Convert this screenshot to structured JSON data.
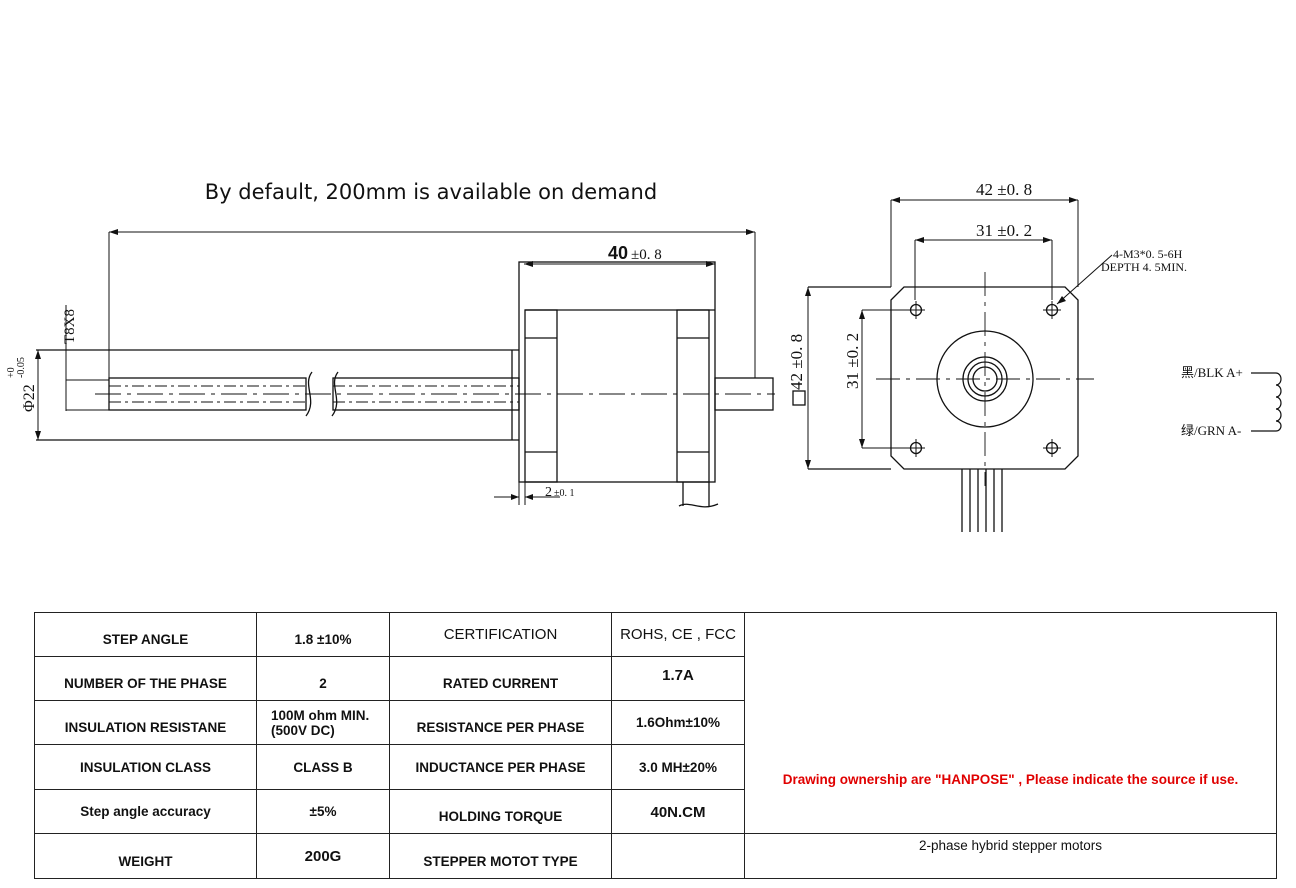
{
  "drawing": {
    "heading": "By default, 200mm is available on demand",
    "labels": {
      "screw_thread": "T8X8",
      "boss_dia": "Φ22",
      "boss_tol_upper": "+0",
      "boss_tol_lower": "-0.05",
      "body_len_value": "40",
      "body_len_tol": "±0. 8",
      "flange_value": "2",
      "flange_tol": "±0. 1",
      "width_top": "42 ±0. 8",
      "hole_spacing_top": "31 ±0. 2",
      "width_side": "42 ±0. 8",
      "hole_spacing_side": "31 ±0. 2",
      "hole_note_1": "4-M3*0. 5-6H",
      "hole_note_2": "DEPTH 4. 5MIN.",
      "wire_a_plus": "黑/BLK A+",
      "wire_a_minus": "绿/GRN A-"
    }
  },
  "specs": {
    "rows": [
      {
        "k1": "STEP ANGLE",
        "v1": "1.8 ±10%",
        "v1_sup": "°",
        "k2": "CERTIFICATION",
        "v2": "ROHS, CE , FCC"
      },
      {
        "k1": "NUMBER OF THE PHASE",
        "v1": "2",
        "k2": "RATED CURRENT",
        "v2": "1.7A"
      },
      {
        "k1": "INSULATION RESISTANE",
        "v1": "100M ohm MIN. (500V DC)",
        "k2": "RESISTANCE PER PHASE",
        "v2": "1.6Ohm±10%"
      },
      {
        "k1": "INSULATION CLASS",
        "v1": "CLASS B",
        "k2": "INDUCTANCE PER PHASE",
        "v2": "3.0 MH±20%"
      },
      {
        "k1": "Step angle accuracy",
        "v1": "±5%",
        "k2": "HOLDING TORQUE",
        "v2": "40N.CM"
      },
      {
        "k1": "WEIGHT",
        "v1": "200G",
        "k2": "STEPPER MOTOT TYPE",
        "v2": ""
      }
    ],
    "notice": "Drawing ownership are \"HANPOSE\" , Please indicate the source if use.",
    "motor_type": "2-phase hybrid stepper motors"
  }
}
